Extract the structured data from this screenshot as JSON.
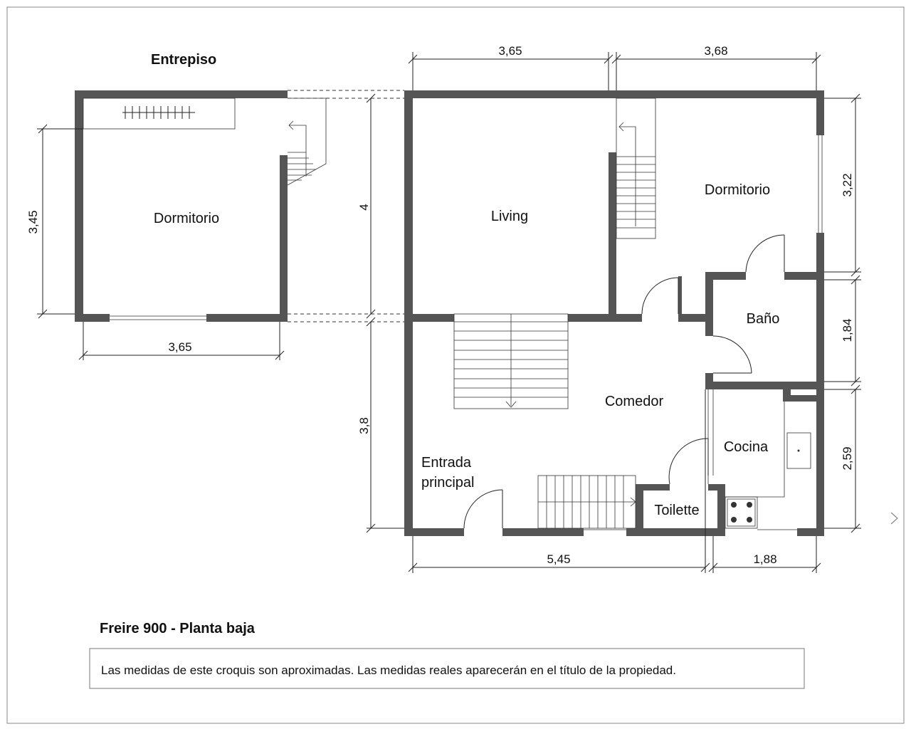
{
  "title": "Entrepiso",
  "subtitle": "Freire 900 - Planta baja",
  "note": "Las medidas de este croquis son aproximadas. Las medidas reales aparecerán en el título de la propiedad.",
  "rooms": {
    "dormitorio_entrepiso": "Dormitorio",
    "living": "Living",
    "dormitorio": "Dormitorio",
    "bano": "Baño",
    "comedor": "Comedor",
    "entrada_line1": "Entrada",
    "entrada_line2": "principal",
    "cocina": "Cocina",
    "toilette": "Toilette"
  },
  "dimensions": {
    "top_left": "3,65",
    "top_right": "3,68",
    "left_mezzanine": "3,45",
    "center_upper": "4",
    "mezzanine_bottom": "3,65",
    "center_lower": "3,8",
    "right_upper": "3,22",
    "right_middle": "1,84",
    "right_lower": "2,59",
    "bottom_left": "5,45",
    "bottom_right": "1,88"
  },
  "colors": {
    "wall": "#555555",
    "line": "#222222",
    "border": "#8a8a8a"
  },
  "icons": {
    "next": "chevron-right-icon"
  }
}
